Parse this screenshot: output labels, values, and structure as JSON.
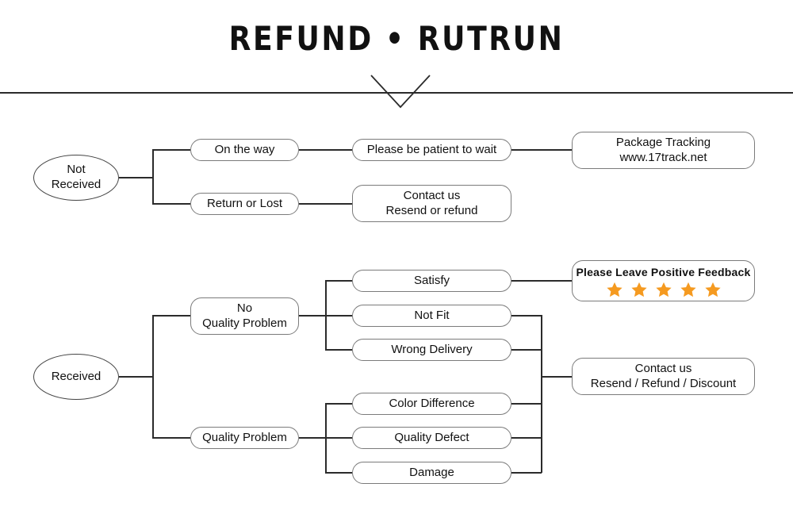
{
  "header": {
    "title": "REFUND • RUTRUN",
    "divider_icon": "horizontal-rule",
    "chevron_icon": "chevron-down-v"
  },
  "flow": {
    "branch_not_received": {
      "root": {
        "lines": [
          "Not",
          "Received"
        ]
      },
      "stage1": [
        {
          "id": "on-the-way",
          "lines": [
            "On the way"
          ]
        },
        {
          "id": "return-or-lost",
          "lines": [
            "Return or Lost"
          ]
        }
      ],
      "stage2": [
        {
          "id": "please-be-patient",
          "lines": [
            "Please be patient to wait"
          ]
        },
        {
          "id": "contact-us-resend-refund",
          "lines": [
            "Contact us",
            "Resend or refund"
          ]
        }
      ],
      "stage3": [
        {
          "id": "package-tracking",
          "lines": [
            "Package Tracking",
            "www.17track.net"
          ]
        }
      ]
    },
    "branch_received": {
      "root": {
        "lines": [
          "Received"
        ]
      },
      "stage1": [
        {
          "id": "no-quality-problem",
          "lines": [
            "No",
            "Quality Problem"
          ]
        },
        {
          "id": "quality-problem",
          "lines": [
            "Quality Problem"
          ]
        }
      ],
      "stage2_no_quality": [
        {
          "id": "satisfy",
          "lines": [
            "Satisfy"
          ]
        },
        {
          "id": "not-fit",
          "lines": [
            "Not Fit"
          ]
        },
        {
          "id": "wrong-delivery",
          "lines": [
            "Wrong Delivery"
          ]
        }
      ],
      "stage2_quality": [
        {
          "id": "color-difference",
          "lines": [
            "Color Difference"
          ]
        },
        {
          "id": "quality-defect",
          "lines": [
            "Quality Defect"
          ]
        },
        {
          "id": "damage",
          "lines": [
            "Damage"
          ]
        }
      ],
      "outcome_feedback": {
        "id": "please-leave-positive-feedback",
        "text": "Please Leave Positive Feedback",
        "star_count": 5,
        "star_color": "#F59A20",
        "star_icon": "star-filled-icon"
      },
      "outcome_contact": {
        "id": "contact-us-resend-refund-discount",
        "lines": [
          "Contact us",
          "Resend / Refund / Discount"
        ]
      }
    }
  },
  "colors": {
    "background": "#FFFFFF",
    "text": "#111111",
    "box_border": "#7B7B7B",
    "ellipse_border": "#444444",
    "connector": "#2B2B2B",
    "star": "#F59A20"
  }
}
